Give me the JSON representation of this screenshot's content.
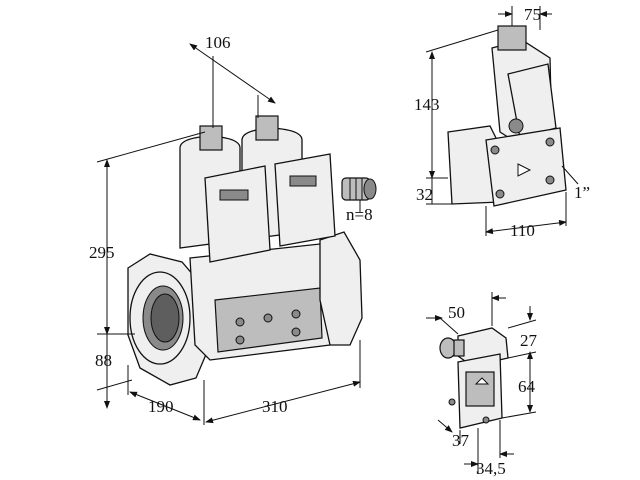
{
  "diagram": {
    "main_view": {
      "dimensions": {
        "top_width": "106",
        "height": "295",
        "axis_height": "88",
        "depth": "190",
        "length": "310"
      },
      "screw_callout": "n=8"
    },
    "top_right_view": {
      "dimensions": {
        "top_width": "75",
        "height": "143",
        "base_height": "32",
        "width": "110"
      },
      "thread_callout": "1”"
    },
    "bottom_right_view": {
      "dimensions": {
        "width": "50",
        "top_height": "27",
        "height": "64",
        "depth": "37",
        "base_width": "34,5"
      }
    },
    "colors": {
      "line": "#111111",
      "body_fill": "#efefef",
      "shade": "#bdbdbd"
    }
  }
}
